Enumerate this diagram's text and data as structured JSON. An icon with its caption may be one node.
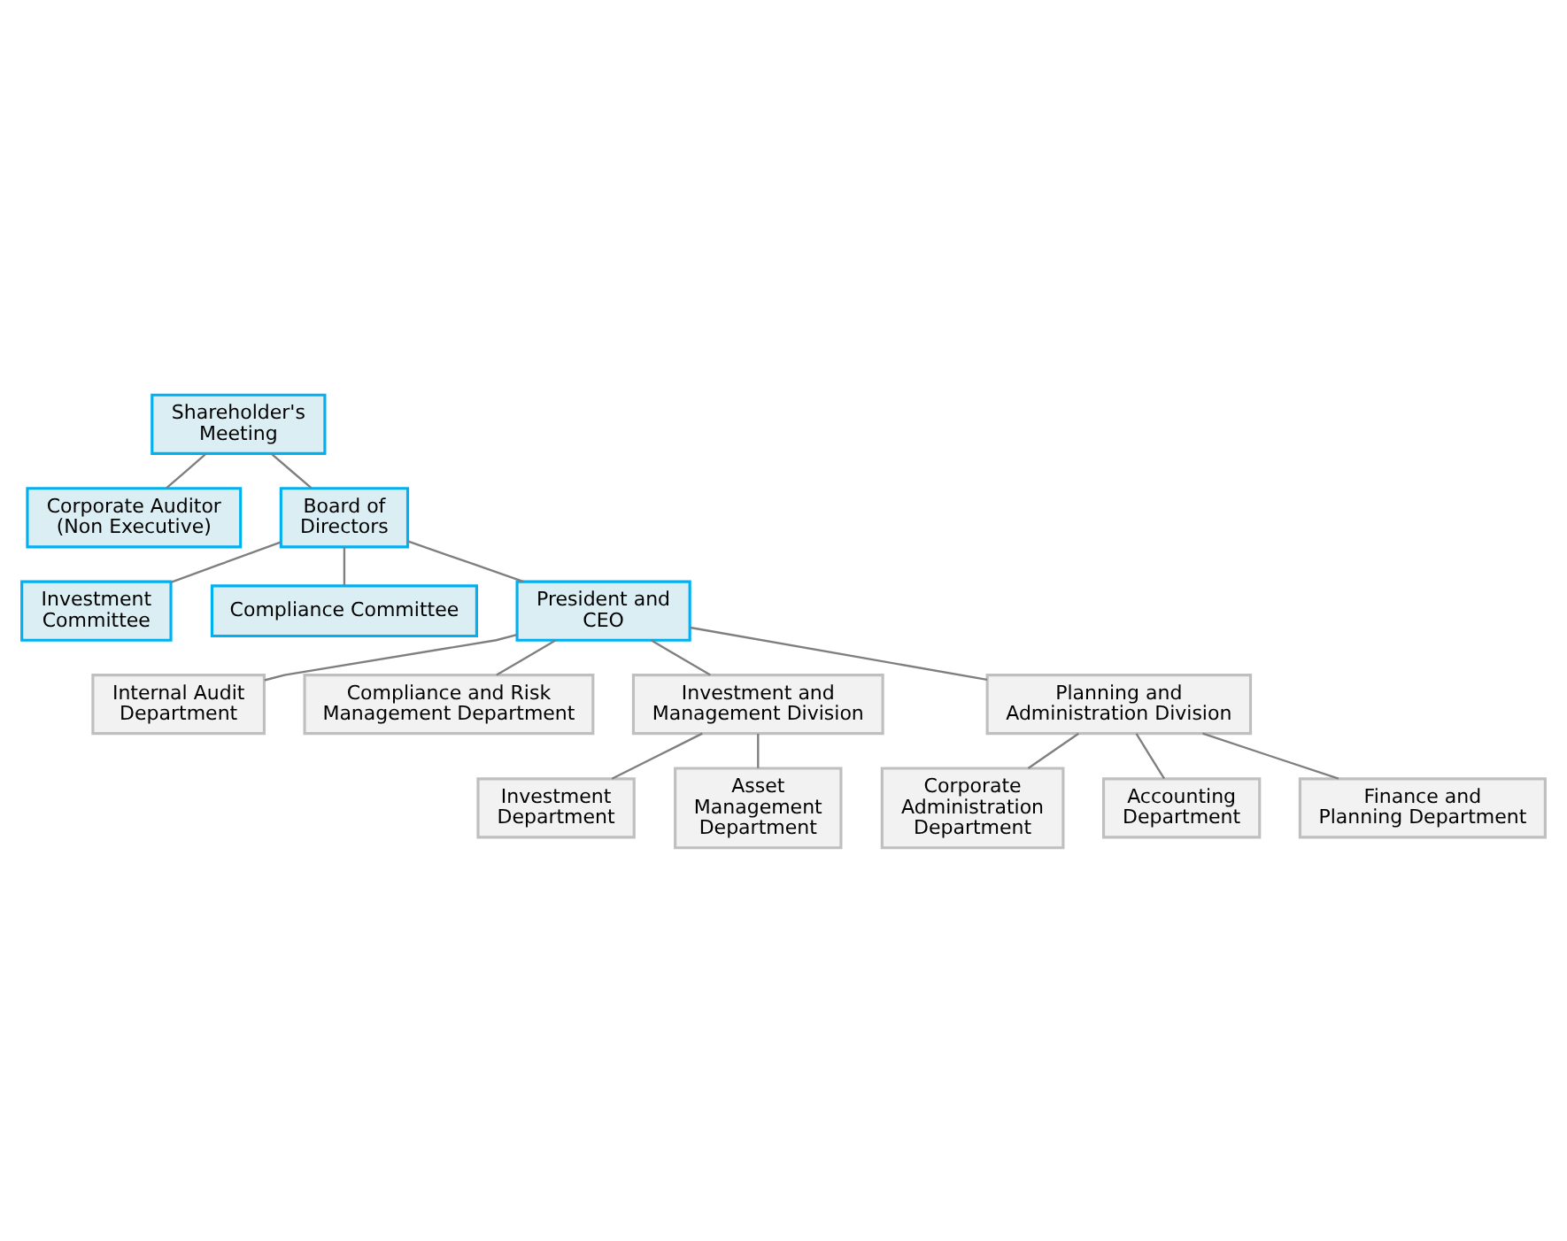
{
  "diagram": {
    "nodes": [
      {
        "text": [
          "Shareholder's Meeting"
        ]
      },
      {
        "text": [
          "Corporate Auditor (Non Executive)"
        ]
      },
      {
        "text": [
          "Board of Directors"
        ]
      },
      {
        "text": [
          "Investment Committee"
        ]
      },
      {
        "text": [
          "Compliance Committee"
        ]
      },
      {
        "text": [
          "President and CEO"
        ]
      },
      {
        "text": [
          "Internal Audit Department"
        ]
      },
      {
        "text": [
          "Compliance and Risk Management Department"
        ]
      },
      {
        "text": [
          "Investment and Management Division"
        ]
      },
      {
        "text": [
          "Planning and Administration Division"
        ]
      },
      {
        "text": [
          "Investment Department"
        ]
      },
      {
        "text": [
          "Asset Management Department"
        ]
      },
      {
        "text": [
          "Corporate Administration Department"
        ]
      },
      {
        "text": [
          "Accounting Department"
        ]
      },
      {
        "text": [
          "Finance and Planning Department"
        ]
      }
    ],
    "edges": [
      {
        "from": 0,
        "to": 2,
        "arrow": "none"
      },
      {
        "from": 0,
        "to": 1,
        "arrow": "none"
      },
      {
        "from": 2,
        "to": 5,
        "arrow": "none"
      },
      {
        "from": 2,
        "to": 3,
        "arrow": "none"
      },
      {
        "from": 2,
        "to": 4,
        "arrow": "none"
      },
      {
        "from": 5,
        "to": 6,
        "arrow": "none"
      },
      {
        "from": 5,
        "to": 7,
        "arrow": "none"
      },
      {
        "from": 5,
        "to": 8,
        "arrow": "none"
      },
      {
        "from": 5,
        "to": 9,
        "arrow": "none"
      },
      {
        "from": 8,
        "to": 10,
        "arrow": "none"
      },
      {
        "from": 8,
        "to": 11,
        "arrow": "none"
      },
      {
        "from": 9,
        "to": 12,
        "arrow": "none"
      },
      {
        "from": 9,
        "to": 13,
        "arrow": "none"
      },
      {
        "from": 9,
        "to": 14,
        "arrow": "none"
      }
    ]
  }
}
